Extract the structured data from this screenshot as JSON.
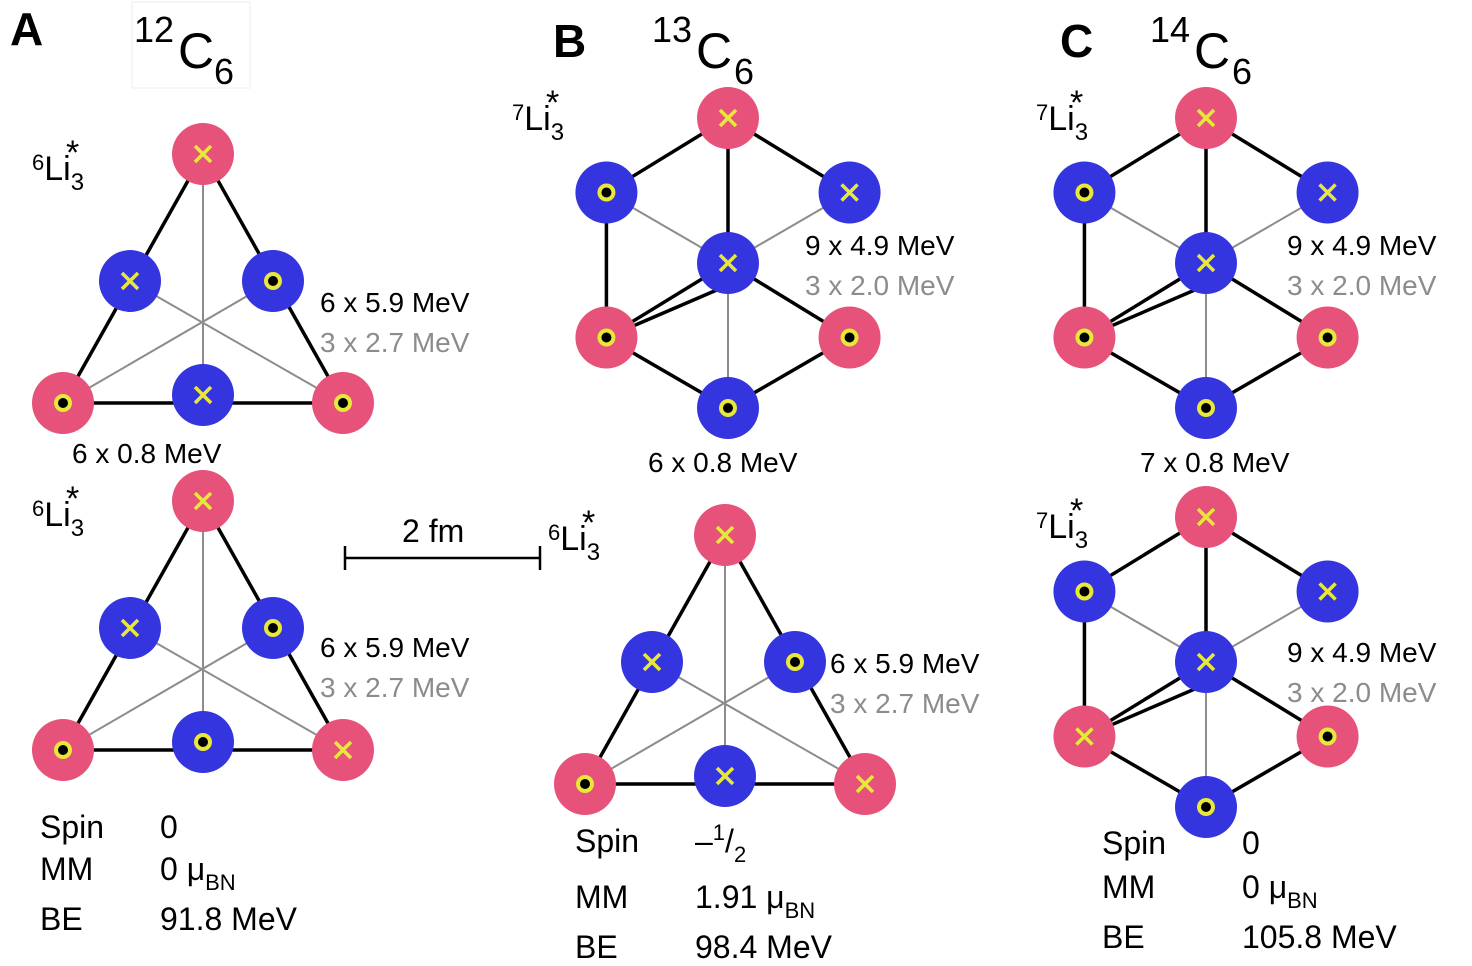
{
  "colors": {
    "proton": "#e6527a",
    "neutron": "#3535e0",
    "marker": "#e8e83a",
    "strong_line": "#000000",
    "weak_line": "#8c8c8c"
  },
  "panels": [
    {
      "letter": "A",
      "isotope": {
        "mass": "12",
        "symbol": "C",
        "sub": "6"
      },
      "center_bond": "6 x 0.8 MeV",
      "properties": [
        {
          "label": "Spin",
          "value": "0"
        },
        {
          "label": "MM",
          "value": "0 μ",
          "sub": "BN"
        },
        {
          "label": "BE",
          "value": "91.8 MeV"
        }
      ]
    },
    {
      "letter": "B",
      "isotope": {
        "mass": "13",
        "symbol": "C",
        "sub": "6"
      },
      "center_bond": "6 x 0.8 MeV",
      "properties": [
        {
          "label": "Spin",
          "value": "–",
          "frac_num": "1",
          "frac_den": "2"
        },
        {
          "label": "MM",
          "value": "1.91 μ",
          "sub": "BN"
        },
        {
          "label": "BE",
          "value": "98.4 MeV"
        }
      ]
    },
    {
      "letter": "C",
      "isotope": {
        "mass": "14",
        "symbol": "C",
        "sub": "6"
      },
      "center_bond": "7 x 0.8 MeV",
      "properties": [
        {
          "label": "Spin",
          "value": "0"
        },
        {
          "label": "MM",
          "value": "0 μ",
          "sub": "BN"
        },
        {
          "label": "BE",
          "value": "105.8 MeV"
        }
      ]
    }
  ],
  "clusters": [
    {
      "mass": "6",
      "symbol": "Li",
      "sub": "3",
      "star": "*",
      "shape": "triangle",
      "strong": "6 x 5.9 MeV",
      "weak": "3 x 2.7 MeV"
    },
    {
      "mass": "6",
      "symbol": "Li",
      "sub": "3",
      "star": "*",
      "shape": "triangle",
      "strong": "6 x 5.9 MeV",
      "weak": "3 x 2.7 MeV"
    },
    {
      "mass": "7",
      "symbol": "Li",
      "sub": "3",
      "star": "*",
      "shape": "hexagon",
      "strong": "9 x 4.9 MeV",
      "weak": "3 x 2.0 MeV"
    },
    {
      "mass": "6",
      "symbol": "Li",
      "sub": "3",
      "star": "*",
      "shape": "triangle",
      "strong": "6 x 5.9 MeV",
      "weak": "3 x 2.7 MeV"
    },
    {
      "mass": "7",
      "symbol": "Li",
      "sub": "3",
      "star": "*",
      "shape": "hexagon",
      "strong": "9 x 4.9 MeV",
      "weak": "3 x 2.0 MeV"
    },
    {
      "mass": "7",
      "symbol": "Li",
      "sub": "3",
      "star": "*",
      "shape": "hexagon",
      "strong": "9 x 4.9 MeV",
      "weak": "3 x 2.0 MeV"
    }
  ],
  "scale_bar": {
    "label": "2 fm"
  }
}
